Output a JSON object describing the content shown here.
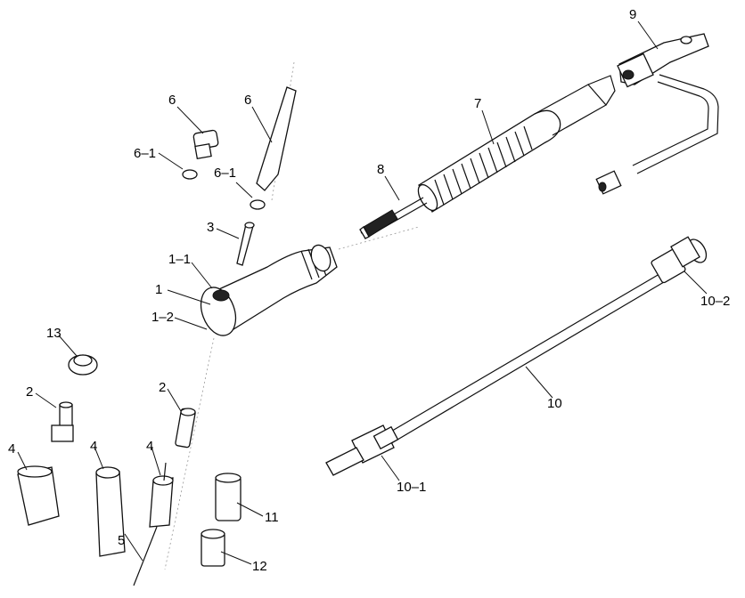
{
  "labels": {
    "l9": "9",
    "l7": "7",
    "l8": "8",
    "l6a": "6",
    "l6b": "6",
    "l6_1a": "6–1",
    "l6_1b": "6–1",
    "l3": "3",
    "l1_1": "1–1",
    "l1": "1",
    "l1_2": "1–2",
    "l10_2": "10–2",
    "l10": "10",
    "l10_1": "10–1",
    "l13": "13",
    "l2a": "2",
    "l2b": "2",
    "l4a": "4",
    "l4b": "4",
    "l4c": "4",
    "l5": "5",
    "l11": "11",
    "l12": "12"
  }
}
